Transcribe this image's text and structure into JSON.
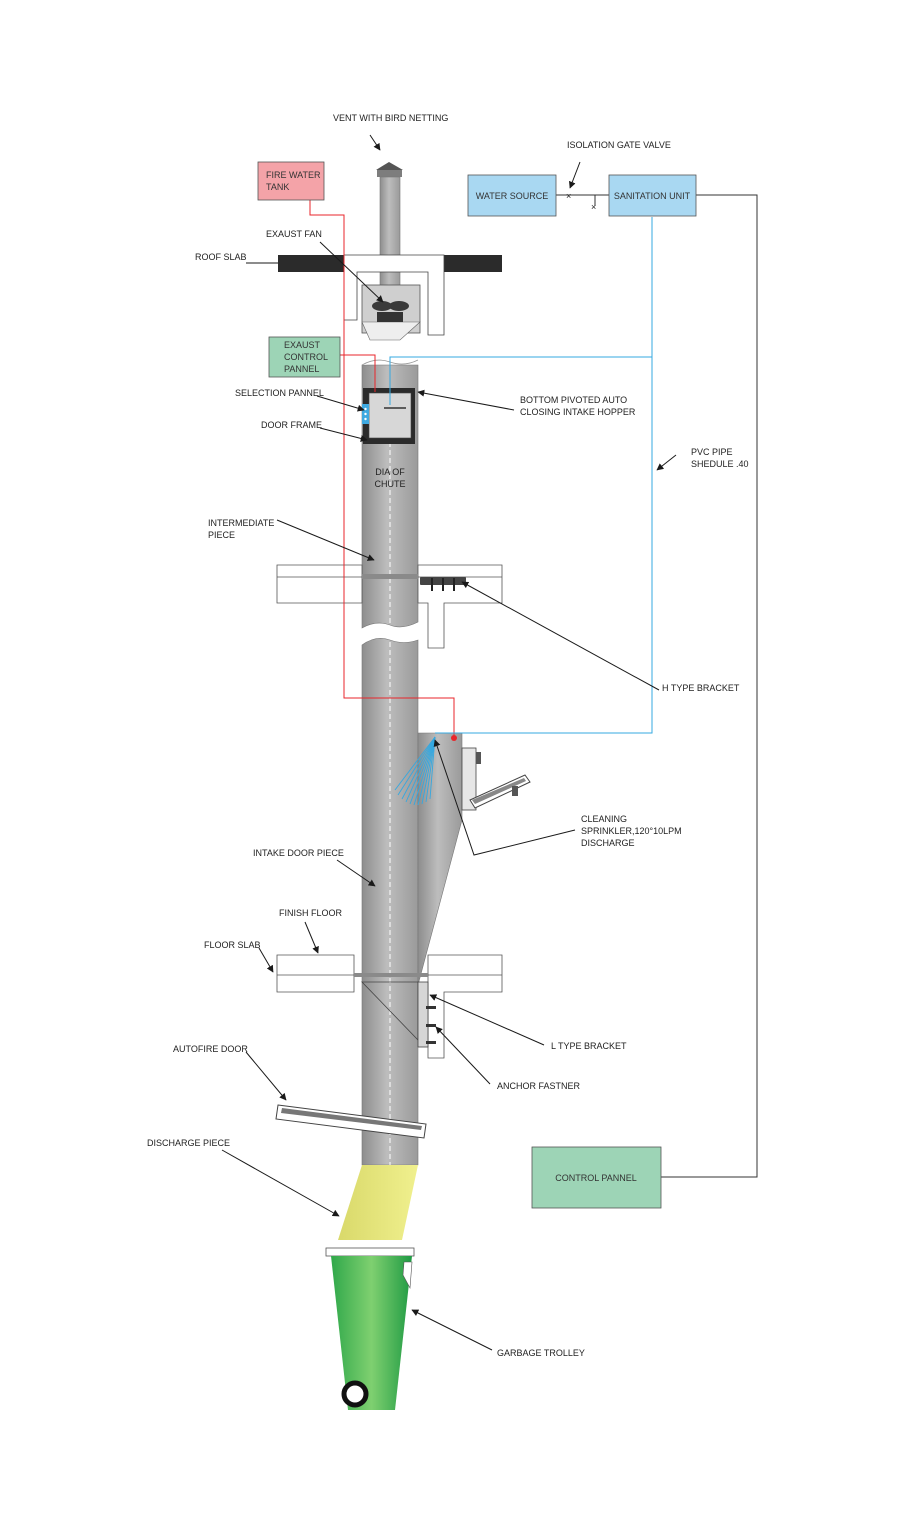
{
  "labels": {
    "vent": "VENT WITH BIRD NETTING",
    "isolation_valve": "ISOLATION GATE VALVE",
    "fire_tank_1": "FIRE WATER",
    "fire_tank_2": "TANK",
    "water_source": "WATER SOURCE",
    "sanitation_unit": "SANITATION UNIT",
    "exhaust_fan": "EXAUST FAN",
    "roof_slab": "ROOF SLAB",
    "exhaust_panel_1": "EXAUST",
    "exhaust_panel_2": "CONTROL",
    "exhaust_panel_3": "PANNEL",
    "selection_panel": "SELECTION PANNEL",
    "door_frame": "DOOR FRAME",
    "hopper_1": "BOTTOM PIVOTED AUTO",
    "hopper_2": "CLOSING INTAKE HOPPER",
    "dia_1": "DIA OF",
    "dia_2": "CHUTE",
    "pvc_1": "PVC PIPE",
    "pvc_2": "SHEDULE .40",
    "intermediate_1": "INTERMEDIATE",
    "intermediate_2": "PIECE",
    "h_bracket": "H TYPE BRACKET",
    "sprinkler_1": "CLEANING",
    "sprinkler_2": "SPRINKLER,120°10LPM",
    "sprinkler_3": "DISCHARGE",
    "intake_door": "INTAKE DOOR PIECE",
    "finish_floor": "FINISH FLOOR",
    "floor_slab": "FLOOR SLAB",
    "l_bracket": "L TYPE BRACKET",
    "anchor": "ANCHOR FASTNER",
    "autofire": "AUTOFIRE DOOR",
    "discharge": "DISCHARGE PIECE",
    "control_panel": "CONTROL PANNEL",
    "trolley": "GARBAGE TROLLEY"
  },
  "colors": {
    "fire_tank": "#f4a3a8",
    "water_box": "#a9d8f2",
    "panel_green": "#9dd4b6",
    "pipe_red": "#e8262b",
    "pipe_blue": "#35a8e0",
    "chute_gray": "#a9a9a9",
    "discharge_yellow": "#e3e37a",
    "trolley_green": "#3fb34f",
    "slab_black": "#2b2b2b"
  }
}
